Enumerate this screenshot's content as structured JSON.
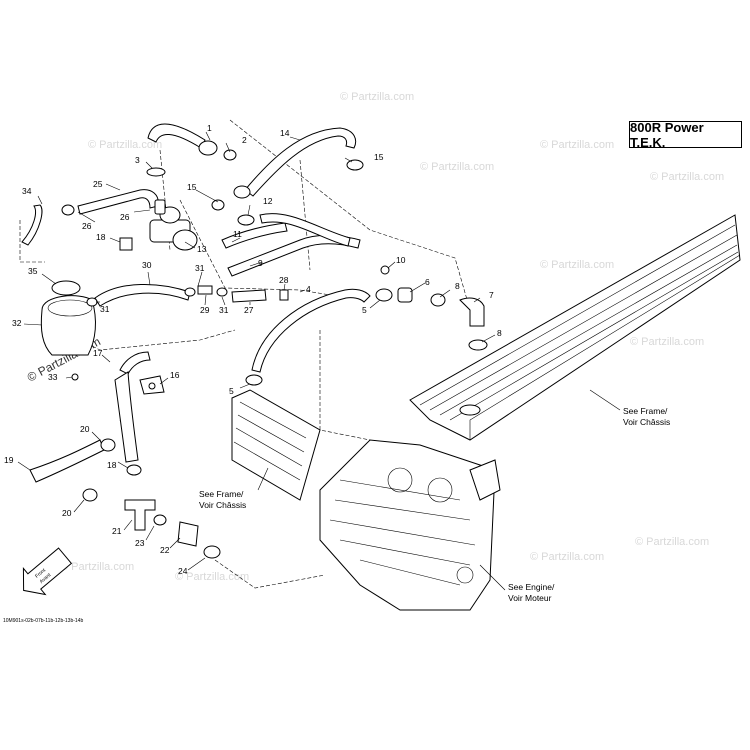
{
  "title": "800R Power T.E.K.",
  "callouts": {
    "c1": "1",
    "c2": "2",
    "c3": "3",
    "c4": "4",
    "c5a": "5",
    "c5b": "5",
    "c6": "6",
    "c7": "7",
    "c8a": "8",
    "c8b": "8",
    "c9": "9",
    "c10": "10",
    "c11": "11",
    "c12": "12",
    "c13": "13",
    "c14": "14",
    "c15a": "15",
    "c15b": "15",
    "c16": "16",
    "c17": "17",
    "c18a": "18",
    "c18b": "18",
    "c19": "19",
    "c20a": "20",
    "c20b": "20",
    "c21": "21",
    "c22": "22",
    "c23": "23",
    "c24": "24",
    "c25": "25",
    "c26": "26",
    "c27": "27",
    "c28": "28",
    "c29": "29",
    "c30": "30",
    "c31a": "31",
    "c31b": "31",
    "c32": "32",
    "c33": "33",
    "c34": "34",
    "c35": "35"
  },
  "notes": {
    "frame_right": [
      "See Frame/",
      "Voir Châssis"
    ],
    "frame_left": [
      "See Frame/",
      "Voir Châssis"
    ],
    "engine": [
      "See Engine/",
      "Voir Moteur"
    ],
    "front": [
      "Front",
      "Avant"
    ]
  },
  "watermark": "© Partzilla.com",
  "diagram_code": "10M901s-02b-07b-11b-12b-13b-14b"
}
